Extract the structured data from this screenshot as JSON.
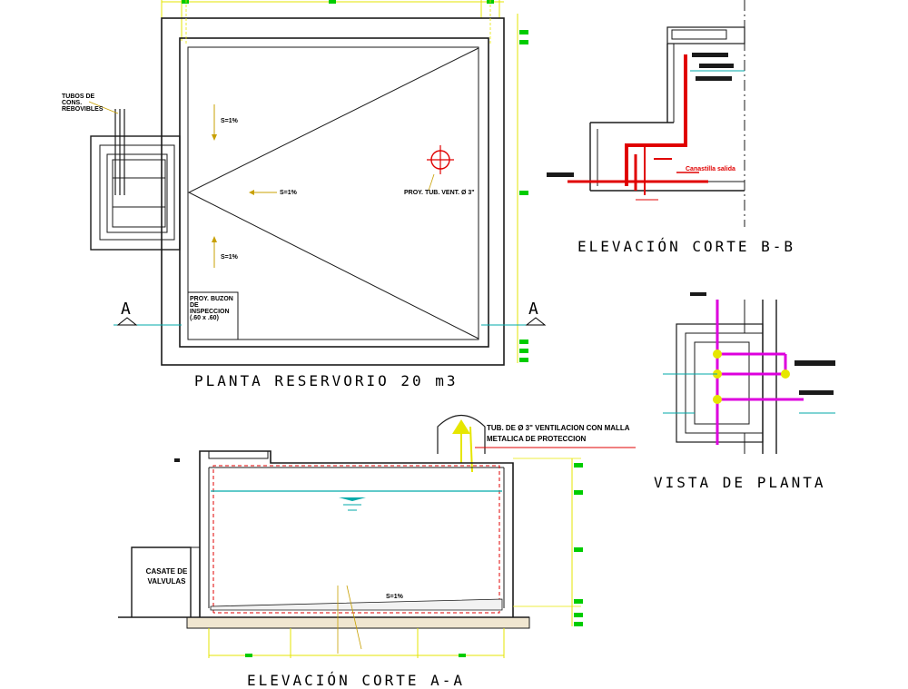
{
  "titles": {
    "planta": "PLANTA RESERVORIO 20 m3",
    "corte_bb": "ELEVACIÓN CORTE B-B",
    "vista_planta": "VISTA DE PLANTA",
    "corte_aa": "ELEVACIÓN CORTE A-A"
  },
  "section_marks": {
    "left": "A",
    "right": "A"
  },
  "plan_notes": {
    "tubos": "TUBOS DE CONS. REBOVIBLES",
    "slope_1": "S=1%",
    "slope_2": "S=1%",
    "slope_3": "S=1%",
    "vent": "PROY. TUB. VENT. Ø 3\"",
    "buzon": "PROY. BUZON DE INSPECCION (.60 x .60)"
  },
  "section_aa_notes": {
    "ventilation": "TUB. DE Ø 3\" VENTILACION CON MALLA METALICA DE PROTECCION",
    "casete": "CASATE DE VALVULAS",
    "slope": "S=1%"
  },
  "section_bb_notes": {
    "canastilla": "Canastilla salida"
  },
  "colors": {
    "wall": "#1a1a1a",
    "dimension": "#e6e600",
    "tag": "#00cc00",
    "pipe_red": "#e00000",
    "pipe_magenta": "#dd00dd",
    "water": "#00aaaa",
    "leader": "#c8a000"
  }
}
